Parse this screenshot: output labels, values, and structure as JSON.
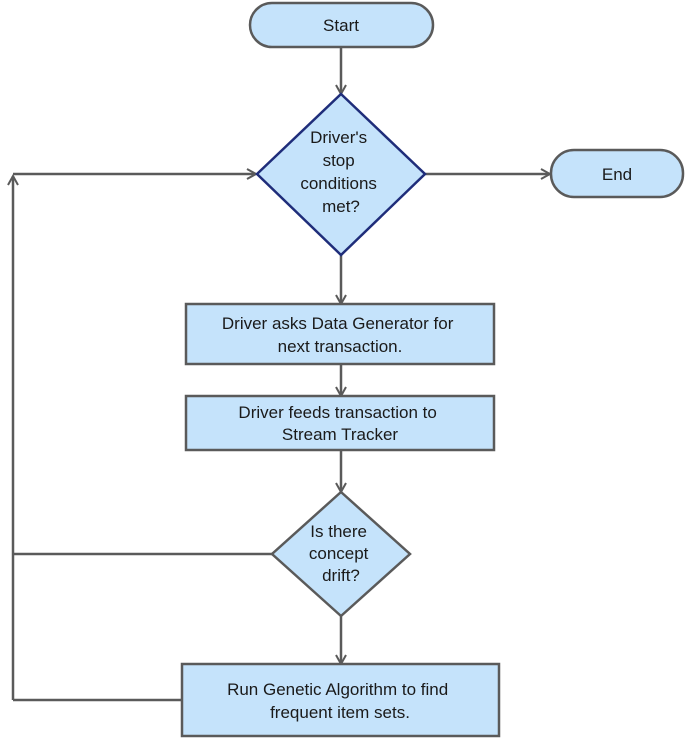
{
  "flowchart": {
    "start": "Start",
    "decision_stop": [
      "Driver's",
      "stop",
      "conditions",
      "met?"
    ],
    "end": "End",
    "step_request": [
      "Driver asks Data Generator for",
      "next transaction."
    ],
    "step_feed": [
      "Driver feeds transaction to",
      "Stream Tracker"
    ],
    "decision_drift": [
      "Is there",
      "concept",
      "drift?"
    ],
    "step_ga": [
      "Run Genetic Algorithm to find",
      "frequent item sets."
    ]
  },
  "colors": {
    "fill": "#c5e3fb",
    "stroke": "#5a5a5a",
    "stroke_emphasis": "#1f2d7a",
    "connector": "#5a5a5a",
    "text": "#1a1a1a"
  }
}
